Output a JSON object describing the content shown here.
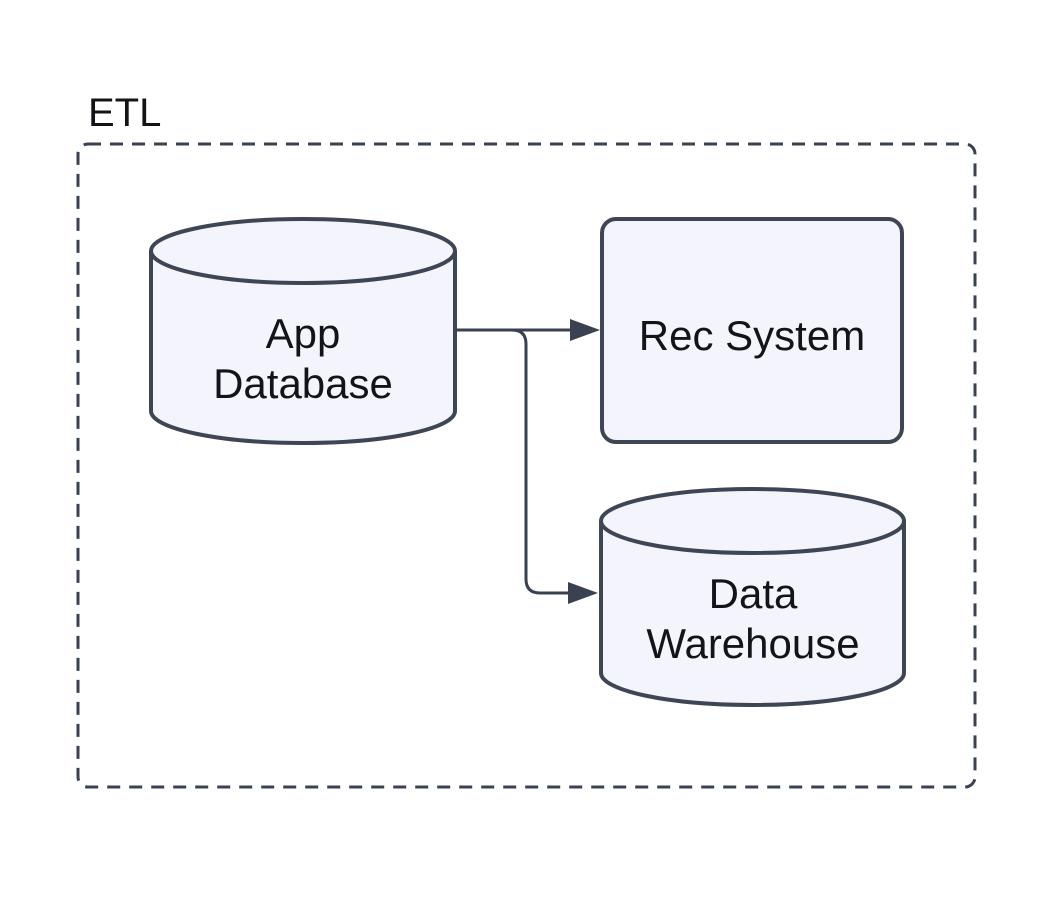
{
  "diagram": {
    "type": "flowchart",
    "background_color": "#ffffff",
    "text_color": "#121418",
    "container": {
      "label": "ETL",
      "border_color": "#3a4150",
      "border_style": "dashed"
    },
    "nodes": {
      "app_database": {
        "shape": "cylinder",
        "label": "App Database",
        "lines": [
          "App",
          "Database"
        ],
        "fill": "#f4f5fc",
        "stroke": "#3e4656"
      },
      "rec_system": {
        "shape": "rounded-rectangle",
        "label": "Rec System",
        "lines": [
          "Rec System"
        ],
        "fill": "#f4f5fc",
        "stroke": "#3e4656"
      },
      "data_warehouse": {
        "shape": "cylinder",
        "label": "Data Warehouse",
        "lines": [
          "Data",
          "Warehouse"
        ],
        "fill": "#f4f5fc",
        "stroke": "#3e4656"
      }
    },
    "edges": [
      {
        "from": "App Database",
        "to": "Rec System",
        "arrow": "filled-triangle"
      },
      {
        "from": "App Database",
        "to": "Data Warehouse",
        "arrow": "filled-triangle"
      }
    ]
  }
}
